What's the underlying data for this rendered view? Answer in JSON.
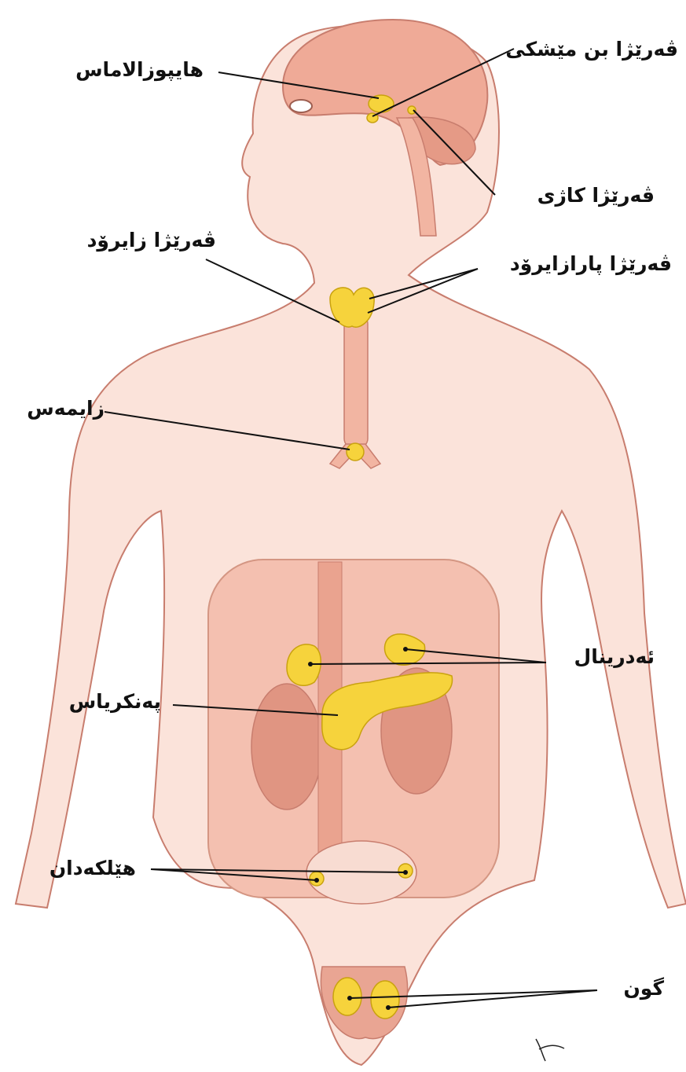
{
  "labels": {
    "hypothalamus": "هایپوزالاماس",
    "pituitary": "ڤەرێژا بن مێشکی",
    "pineal": "ڤەرێژا کاژی",
    "thyroid": "ڤەرێژا زایرۆد",
    "parathyroid": "ڤەرێژا پارازایرۆد",
    "thymus": "زایمەس",
    "adrenal": "ئەدرینال",
    "pancreas": "پەنکریاس",
    "ovaries": "هێلکەدان",
    "testes": "گون"
  },
  "colors": {
    "skin": "#fbe3da",
    "outline": "#c87d6e",
    "brain": "#efaa97",
    "organ": "#f2b5a2",
    "gland": "#f6d33c",
    "gland_dark": "#c9a20f",
    "leader_line": "#111111"
  }
}
